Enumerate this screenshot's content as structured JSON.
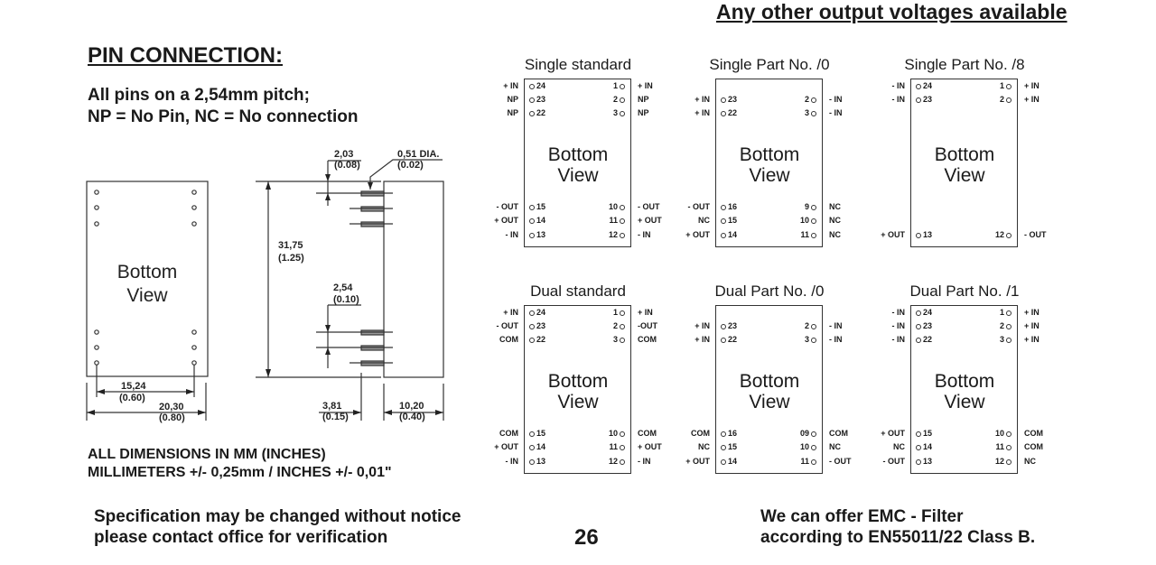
{
  "header": {
    "right_title": "Any other output voltages available",
    "left_title": "PIN  CONNECTION:",
    "pitch_note": "All pins on a 2,54mm pitch;",
    "legend_note": "NP = No Pin,  NC = No connection"
  },
  "mechanical": {
    "bottom_view_line1": "Bottom",
    "bottom_view_line2": "View",
    "dims": {
      "pin_length": {
        "mm": "2,03",
        "in": "(0.08)"
      },
      "pin_dia": {
        "mm": "0,51 DIA.",
        "in": "(0.02)"
      },
      "length": {
        "mm": "31,75",
        "in": "(1.25)"
      },
      "pitch": {
        "mm": "2,54",
        "in": "(0.10)"
      },
      "row_spacing": {
        "mm": "15,24",
        "in": "(0.60)"
      },
      "width": {
        "mm": "20,30",
        "in": "(0.80)"
      },
      "pin_offset": {
        "mm": "3,81",
        "in": "(0.15)"
      },
      "height": {
        "mm": "10,20",
        "in": "(0.40)"
      }
    }
  },
  "notes": {
    "dims_line1": "ALL DIMENSIONS IN MM (INCHES)",
    "dims_line2": "MILLIMETERS  +/- 0,25mm / INCHES   +/- 0,01\"",
    "spec_line1": "Specification may be changed without notice",
    "spec_line2": "please contact office for verification",
    "page_number": "26",
    "emc_line1": "We can offer EMC - Filter",
    "emc_line2": "according to EN55011/22 Class B."
  },
  "diagrams": [
    {
      "title": "Single standard",
      "bv1": "Bottom",
      "bv2": "View",
      "left_top": [
        [
          "+ IN",
          "24"
        ],
        [
          "NP",
          "23"
        ],
        [
          "NP",
          "22"
        ]
      ],
      "right_top": [
        [
          "1",
          "+ IN"
        ],
        [
          "2",
          "NP"
        ],
        [
          "3",
          "NP"
        ]
      ],
      "left_bottom": [
        [
          "- OUT",
          "15"
        ],
        [
          "+ OUT",
          "14"
        ],
        [
          "- IN",
          "13"
        ]
      ],
      "right_bottom": [
        [
          "10",
          "- OUT"
        ],
        [
          "11",
          "+ OUT"
        ],
        [
          "12",
          "- IN"
        ]
      ]
    },
    {
      "title": "Single Part No. /0",
      "bv1": "Bottom",
      "bv2": "View",
      "left_top": [
        [
          "",
          ""
        ],
        [
          "+ IN",
          "23"
        ],
        [
          "+ IN",
          "22"
        ]
      ],
      "right_top": [
        [
          "",
          ""
        ],
        [
          "2",
          "- IN"
        ],
        [
          "3",
          "- IN"
        ]
      ],
      "left_bottom": [
        [
          "- OUT",
          "16"
        ],
        [
          "NC",
          "15"
        ],
        [
          "+ OUT",
          "14"
        ]
      ],
      "right_bottom": [
        [
          "9",
          "NC"
        ],
        [
          "10",
          "NC"
        ],
        [
          "11",
          "NC"
        ]
      ]
    },
    {
      "title": "Single Part No. /8",
      "bv1": "Bottom",
      "bv2": "View",
      "left_top": [
        [
          "- IN",
          "24"
        ],
        [
          "- IN",
          "23"
        ],
        [
          "",
          ""
        ]
      ],
      "right_top": [
        [
          "1",
          "+ IN"
        ],
        [
          "2",
          "+ IN"
        ],
        [
          "",
          ""
        ]
      ],
      "left_bottom": [
        [
          "",
          ""
        ],
        [
          "",
          ""
        ],
        [
          "+ OUT",
          "13"
        ]
      ],
      "right_bottom": [
        [
          "",
          ""
        ],
        [
          "",
          ""
        ],
        [
          "12",
          "- OUT"
        ]
      ]
    },
    {
      "title": "Dual standard",
      "bv1": "Bottom",
      "bv2": "View",
      "left_top": [
        [
          "+ IN",
          "24"
        ],
        [
          "- OUT",
          "23"
        ],
        [
          "COM",
          "22"
        ]
      ],
      "right_top": [
        [
          "1",
          "+ IN"
        ],
        [
          "2",
          "-OUT"
        ],
        [
          "3",
          "COM"
        ]
      ],
      "left_bottom": [
        [
          "COM",
          "15"
        ],
        [
          "+ OUT",
          "14"
        ],
        [
          "- IN",
          "13"
        ]
      ],
      "right_bottom": [
        [
          "10",
          "COM"
        ],
        [
          "11",
          "+ OUT"
        ],
        [
          "12",
          "- IN"
        ]
      ]
    },
    {
      "title": "Dual Part No. /0",
      "bv1": "Bottom",
      "bv2": "View",
      "left_top": [
        [
          "",
          ""
        ],
        [
          "+ IN",
          "23"
        ],
        [
          "+ IN",
          "22"
        ]
      ],
      "right_top": [
        [
          "",
          ""
        ],
        [
          "2",
          "- IN"
        ],
        [
          "3",
          "- IN"
        ]
      ],
      "left_bottom": [
        [
          "COM",
          "16"
        ],
        [
          "NC",
          "15"
        ],
        [
          "+ OUT",
          "14"
        ]
      ],
      "right_bottom": [
        [
          "09",
          "COM"
        ],
        [
          "10",
          "NC"
        ],
        [
          "11",
          "- OUT"
        ]
      ]
    },
    {
      "title": "Dual Part No. /1",
      "bv1": "Bottom",
      "bv2": "View",
      "left_top": [
        [
          "- IN",
          "24"
        ],
        [
          "- IN",
          "23"
        ],
        [
          "- IN",
          "22"
        ]
      ],
      "right_top": [
        [
          "1",
          "+ IN"
        ],
        [
          "2",
          "+ IN"
        ],
        [
          "3",
          "+ IN"
        ]
      ],
      "left_bottom": [
        [
          "+ OUT",
          "15"
        ],
        [
          "NC",
          "14"
        ],
        [
          "- OUT",
          "13"
        ]
      ],
      "right_bottom": [
        [
          "10",
          "COM"
        ],
        [
          "11",
          "COM"
        ],
        [
          "12",
          "NC"
        ]
      ]
    }
  ]
}
